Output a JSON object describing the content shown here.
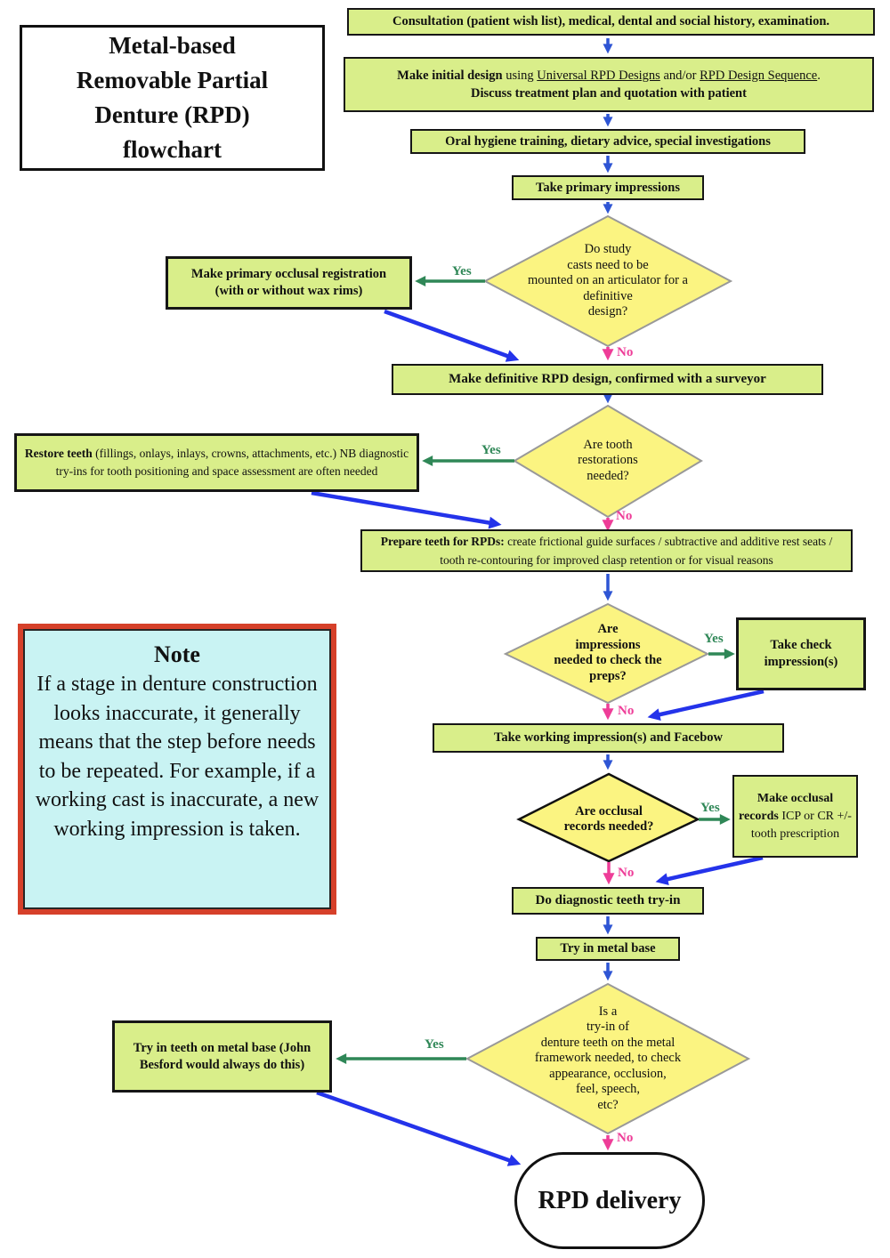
{
  "title": {
    "lines": [
      "Metal-based",
      "Removable Partial",
      "Denture (RPD)",
      "flowchart"
    ]
  },
  "labels": {
    "yes": "Yes",
    "no": "No"
  },
  "colors": {
    "box_fill": "#d9ee8a",
    "box_border": "#161616",
    "diamond_fill": "#fbf481",
    "diamond_border_gray": "#999999",
    "diamond_border_black": "#111111",
    "note_fill": "#c9f3f3",
    "note_border": "#d6402a",
    "arrow_blue": "#2e55d4",
    "arrow_blue_diagonal": "#2433ea",
    "yes_green": "#2f8757",
    "no_pink": "#ee3d98"
  },
  "boxes": {
    "consultation": {
      "text": "Consultation (patient wish list), medical, dental and social history, examination."
    },
    "initial_design": {
      "bold_lead": "Make initial design",
      "using": " using ",
      "link1": "Universal RPD Designs",
      "andor": " and/or ",
      "link2": "RPD Design Sequence",
      "period": ".",
      "line2": "Discuss treatment plan and quotation with patient"
    },
    "oral_hygiene": {
      "text": "Oral hygiene training, dietary advice, special investigations"
    },
    "primary_impressions": {
      "text": "Take primary impressions"
    },
    "primary_occlusal": {
      "line1": "Make primary occlusal registration",
      "line2": "(with or without wax rims)"
    },
    "definitive_design": {
      "text": "Make definitive RPD design, confirmed with a surveyor"
    },
    "restore_teeth": {
      "bold_lead": "Restore teeth",
      "rest": " (fillings, onlays, inlays, crowns, attachments, etc.) NB diagnostic try-ins for tooth positioning and space assessment are often needed"
    },
    "prepare_teeth": {
      "bold_lead": "Prepare teeth for RPDs:",
      "rest": " create frictional guide surfaces / subtractive and additive rest seats / tooth re-contouring for improved clasp retention or for visual reasons"
    },
    "take_check": {
      "text": "Take check impression(s)"
    },
    "working_impression": {
      "text": "Take working impression(s) and Facebow"
    },
    "occlusal_records": {
      "bold_lead": "Make occlusal records",
      "rest": " ICP or CR +/- tooth prescription"
    },
    "diagnostic_tryin": {
      "text": "Do diagnostic teeth try-in"
    },
    "metal_base": {
      "text": "Try in metal base"
    },
    "teeth_on_metal": {
      "text": "Try in teeth on metal base (John Besford would always do this)"
    },
    "rpd_delivery": {
      "text": "RPD delivery"
    }
  },
  "diamonds": {
    "study_casts": {
      "lines": [
        "Do study",
        "casts need to be",
        "mounted on an articulator for a",
        "definitive",
        "design?"
      ]
    },
    "restorations": {
      "lines": [
        "Are tooth",
        "restorations",
        "needed?"
      ]
    },
    "impressions": {
      "lines": [
        "Are",
        "impressions",
        "needed to check the",
        "preps?"
      ]
    },
    "occlusal": {
      "lines": [
        "Are occlusal",
        "records needed?"
      ]
    },
    "tryin": {
      "lines": [
        "Is a",
        "try-in of",
        "denture teeth on the metal",
        "framework needed, to check",
        "appearance, occlusion,",
        "feel, speech,",
        "etc?"
      ]
    }
  },
  "note": {
    "title": "Note",
    "body": "If a stage in denture construction looks inaccurate, it generally means that the step before needs to be repeated. For example, if a working cast is inaccurate, a new working impression is taken."
  }
}
